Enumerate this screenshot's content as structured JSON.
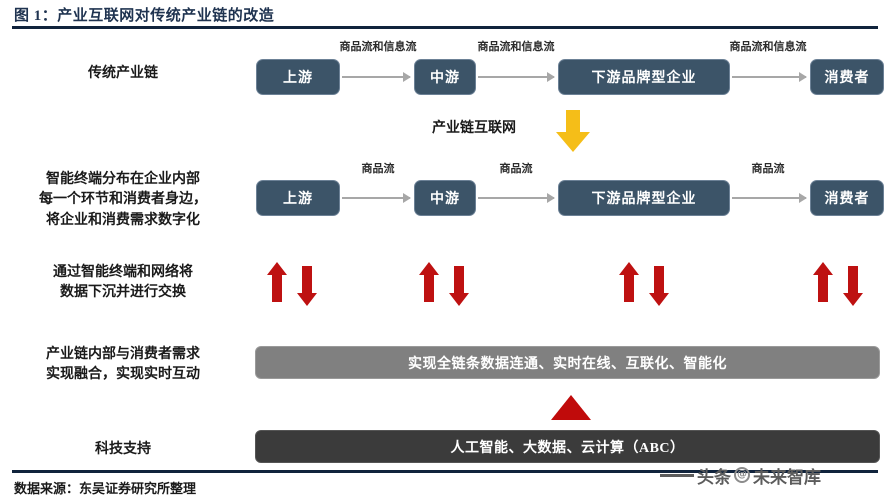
{
  "header": {
    "figure_title": "图 1：产业互联网对传统产业链的改造"
  },
  "footer": {
    "source": "数据来源：东吴证券研究所整理",
    "watermark_left": "头条",
    "watermark_at": "@",
    "watermark_right": "未来智库"
  },
  "row_labels": {
    "traditional_chain": "传统产业链",
    "smart_terminal": "智能终端分布在企业内部\n每一个环节和消费者身边，\n将企业和消费需求数字化",
    "data_exchange": "通过智能终端和网络将\n数据下沉并进行交换",
    "integration": "产业链内部与消费者需求\n实现融合，实现实时互动",
    "tech_support": "科技支持"
  },
  "chain_traditional": {
    "nodes": [
      {
        "label": "上游"
      },
      {
        "label": "中游"
      },
      {
        "label": "下游品牌型企业"
      },
      {
        "label": "消费者"
      }
    ],
    "flow_labels": [
      "商品流和信息流",
      "商品流和信息流",
      "商品流和信息流"
    ]
  },
  "chain_internet": {
    "nodes": [
      {
        "label": "上游"
      },
      {
        "label": "中游"
      },
      {
        "label": "下游品牌型企业"
      },
      {
        "label": "消费者"
      }
    ],
    "flow_labels": [
      "商品流",
      "商品流",
      "商品流"
    ]
  },
  "transform": {
    "note": "产业链互联网",
    "arrow_icon": "down-arrow-icon",
    "arrow_color": "#F5BE18"
  },
  "bidirectional_arrows": {
    "count": 4,
    "color": "#BE1111",
    "icon": "up-down-arrows-icon"
  },
  "bars": {
    "capability": "实现全链条数据连通、实时在线、互联化、智能化",
    "capability_color": "#808080",
    "technology": "人工智能、大数据、云计算（ABC）",
    "technology_color": "#3B3B3B",
    "uplift_icon": "up-triangle-icon",
    "uplift_color": "#C00B0B"
  },
  "colors": {
    "node_fill": "#3C5468",
    "node_border": "#6C8196",
    "rule": "#10233C",
    "connector": "#A7A7A7"
  }
}
